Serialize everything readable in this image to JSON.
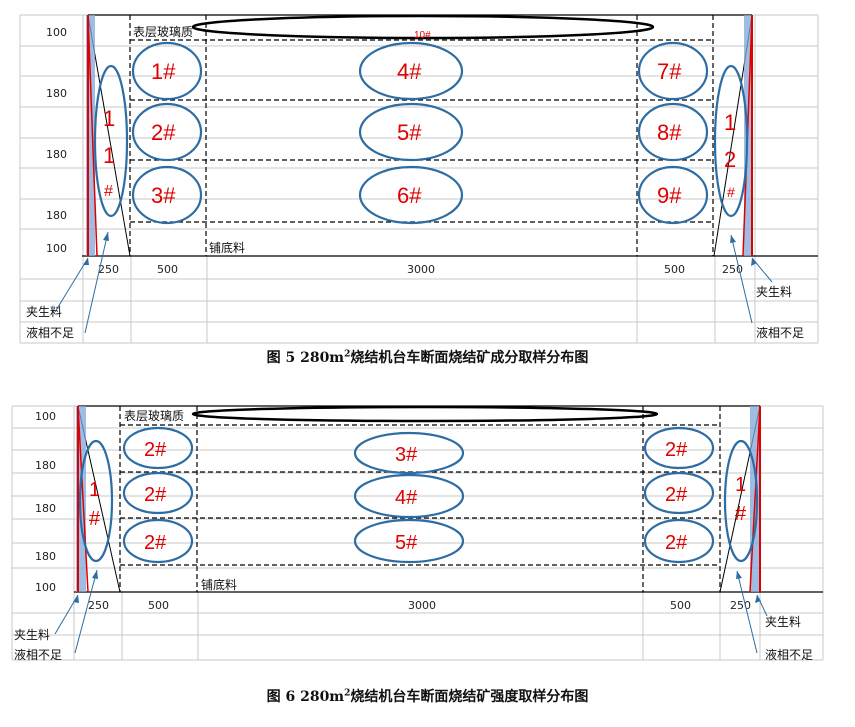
{
  "figure5": {
    "rows": [
      "100",
      "180",
      "180",
      "180",
      "100"
    ],
    "cols": [
      "250",
      "500",
      "3000",
      "500",
      "250"
    ],
    "surface_label": "表层玻璃质",
    "bed_label": "铺底料",
    "top_sample": "10#",
    "samples": [
      "1#",
      "2#",
      "3#",
      "4#",
      "5#",
      "6#",
      "7#",
      "8#",
      "9#"
    ],
    "left_wall_sample": [
      "1",
      "1",
      "#"
    ],
    "right_wall_sample": [
      "1",
      "2",
      "#"
    ],
    "left_notes": [
      "夹生料",
      "液相不足"
    ],
    "right_notes": [
      "夹生料",
      "液相不足"
    ],
    "caption_prefix": "图 5   280m",
    "caption_sup": "2",
    "caption_rest": "烧结机台车断面烧结矿成分取样分布图"
  },
  "figure6": {
    "rows": [
      "100",
      "180",
      "180",
      "180",
      "100"
    ],
    "cols": [
      "250",
      "500",
      "3000",
      "500",
      "250"
    ],
    "surface_label": "表层玻璃质",
    "bed_label": "铺底料",
    "samples": [
      "2#",
      "2#",
      "2#",
      "3#",
      "4#",
      "5#",
      "2#",
      "2#",
      "2#"
    ],
    "left_wall_sample": [
      "1",
      "#"
    ],
    "right_wall_sample": [
      "1",
      "#"
    ],
    "left_notes": [
      "夹生料",
      "液相不足"
    ],
    "right_notes": [
      "夹生料",
      "液相不足"
    ],
    "caption_prefix": "图 6   280m",
    "caption_sup": "2",
    "caption_rest": "烧结机台车断面烧结矿强度取样分布图"
  },
  "colors": {
    "ellipse_stroke": "#2e6da4",
    "sample_text": "#e00000",
    "edge_red": "#e00000",
    "gutter_fill": "#7fa7d9",
    "grid": "#c8c8c8"
  }
}
